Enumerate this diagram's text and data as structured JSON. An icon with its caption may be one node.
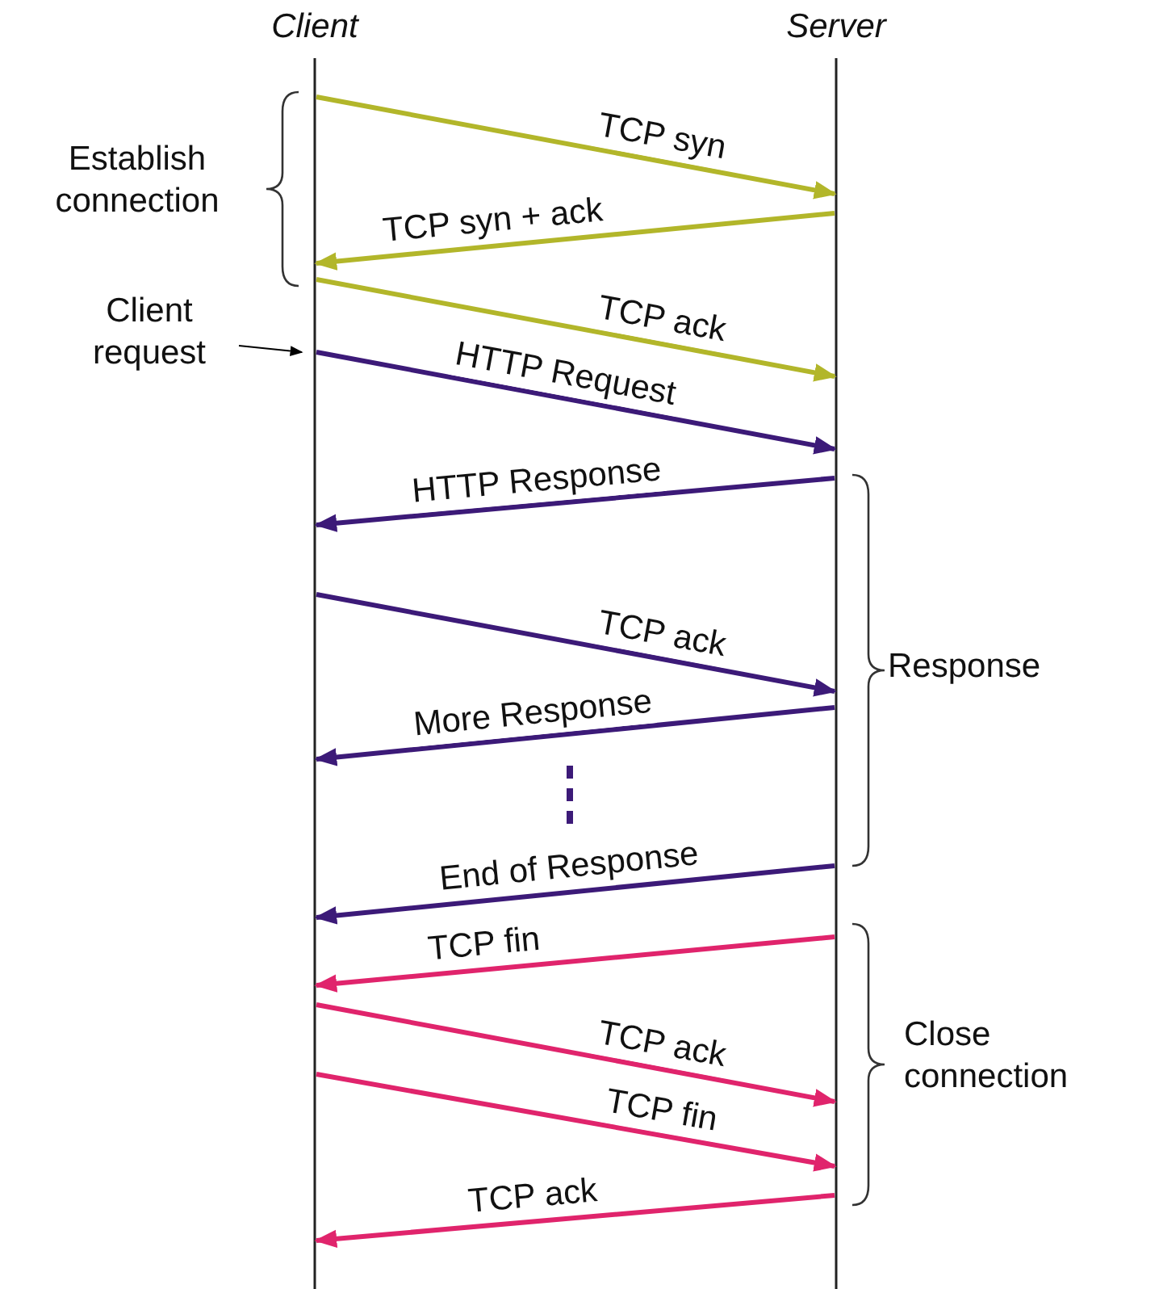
{
  "diagram": {
    "nodes": [
      {
        "text": [
          "Client"
        ]
      },
      {
        "text": [
          "Server"
        ]
      },
      {
        "text": [
          "Client request"
        ]
      }
    ],
    "edges": [
      {
        "from": 0,
        "to": 1,
        "arrow": "to",
        "label": "TCP syn",
        "color": "#b2b62a"
      },
      {
        "from": 1,
        "to": 0,
        "arrow": "to",
        "label": "TCP syn + ack",
        "color": "#b2b62a"
      },
      {
        "from": 0,
        "to": 1,
        "arrow": "to",
        "label": "TCP ack",
        "color": "#b2b62a"
      },
      {
        "from": 0,
        "to": 1,
        "arrow": "to",
        "label": "HTTP Request"
      },
      {
        "from": 1,
        "to": 0,
        "arrow": "to",
        "label": "HTTP Response"
      },
      {
        "from": 0,
        "to": 1,
        "arrow": "to",
        "label": "TCP ack"
      },
      {
        "from": 1,
        "to": 0,
        "arrow": "to",
        "label": "More Response"
      },
      {
        "from": 1,
        "to": 0,
        "arrow": "to",
        "label": "End of Response"
      },
      {
        "from": 1,
        "to": 0,
        "arrow": "to",
        "label": "TCP fin",
        "color": "#e0246c"
      },
      {
        "from": 0,
        "to": 1,
        "arrow": "to",
        "label": "TCP ack",
        "color": "#e0246c"
      },
      {
        "from": 0,
        "to": 1,
        "arrow": "to",
        "label": "TCP fin",
        "color": "#e0246c"
      },
      {
        "from": 1,
        "to": 0,
        "arrow": "to",
        "label": "TCP ack",
        "color": "#e0246c"
      },
      {
        "from": 2,
        "to": 0,
        "arrow": "to",
        "color": "#000000"
      }
    ],
    "labels": [
      "Establish connection",
      "Response",
      "Close connection"
    ]
  }
}
